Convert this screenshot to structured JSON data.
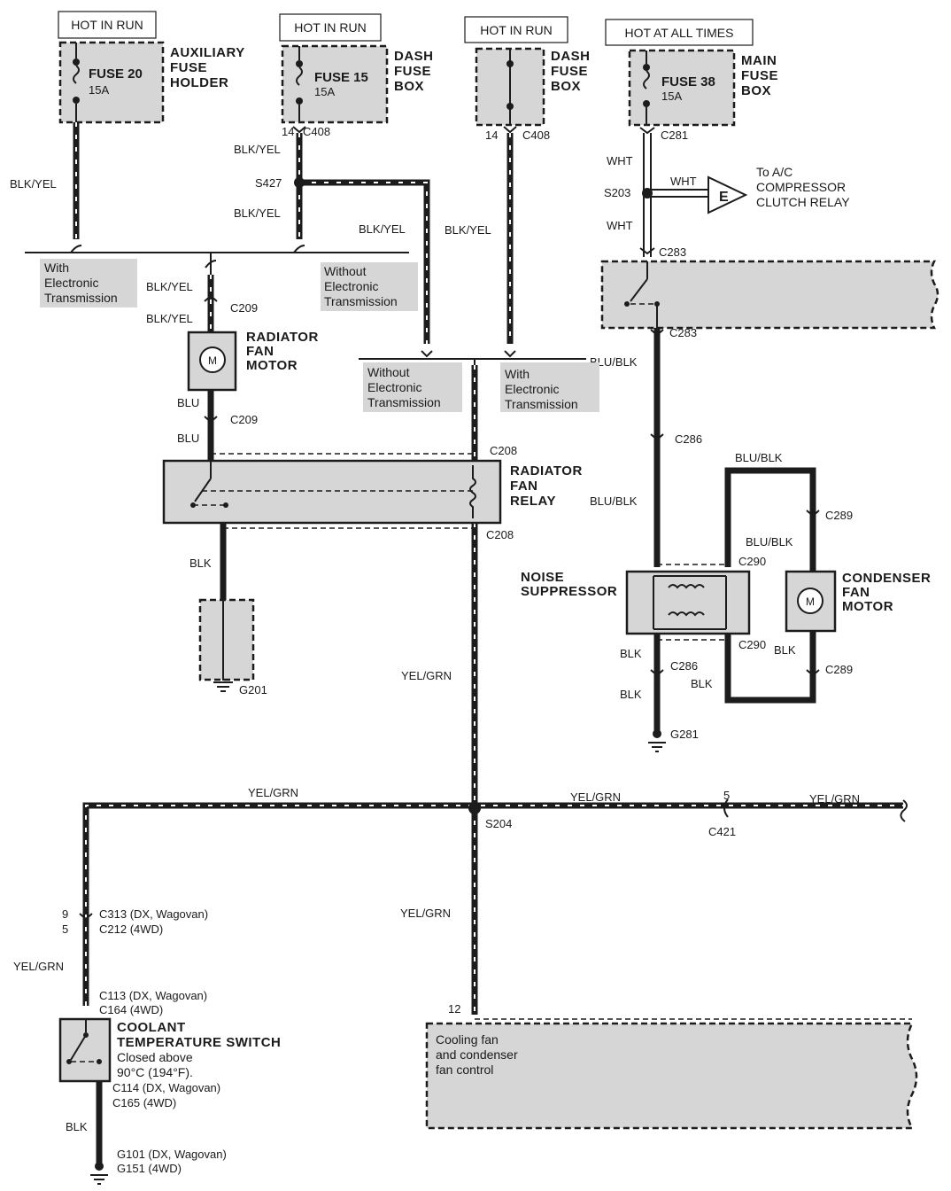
{
  "headers": {
    "fuse20": "HOT IN RUN",
    "fuse15": "HOT IN RUN",
    "dash": "HOT IN RUN",
    "fuse38": "HOT AT ALL TIMES"
  },
  "fuses": {
    "f20_name": "FUSE 20",
    "f20_amp": "15A",
    "f20_loc": [
      "AUXILIARY",
      "FUSE",
      "HOLDER"
    ],
    "f15_name": "FUSE 15",
    "f15_amp": "15A",
    "f15_loc": [
      "DASH",
      "FUSE",
      "BOX"
    ],
    "dash_loc": [
      "DASH",
      "FUSE",
      "BOX"
    ],
    "f38_name": "FUSE 38",
    "f38_amp": "15A",
    "f38_loc": [
      "MAIN",
      "FUSE",
      "BOX"
    ]
  },
  "wires": {
    "blk_yel": "BLK/YEL",
    "wht": "WHT",
    "blu": "BLU",
    "blk": "BLK",
    "blu_blk": "BLU/BLK",
    "yel_grn": "YEL/GRN"
  },
  "connectors": {
    "c408": "C408",
    "pin14": "14",
    "c281": "C281",
    "s203": "S203",
    "s427": "S427",
    "c283": "C283",
    "c209": "C209",
    "c208": "C208",
    "c286": "C286",
    "c289": "C289",
    "c290": "C290",
    "g201": "G201",
    "g281": "G281",
    "s204": "S204",
    "c421": "C421",
    "pin5": "5",
    "pin9": "9",
    "pin12": "12",
    "c313": "C313 (DX, Wagovan)",
    "c212": "C212 (4WD)",
    "c113": "C113 (DX, Wagovan)",
    "c164": "C164 (4WD)",
    "c114": "C114 (DX, Wagovan)",
    "c165": "C165 (4WD)",
    "g101": "G101 (DX, Wagovan)",
    "g151": "G151 (4WD)"
  },
  "notes": {
    "with_et": [
      "With",
      "Electronic",
      "Transmission"
    ],
    "without_et": [
      "Without",
      "Electronic",
      "Transmission"
    ],
    "ac_ref": [
      "To A/C",
      "COMPRESSOR",
      "CLUTCH RELAY"
    ],
    "ac_letter": "E"
  },
  "components": {
    "rad_motor": [
      "RADIATOR",
      "FAN",
      "MOTOR"
    ],
    "rad_relay": [
      "RADIATOR",
      "FAN",
      "RELAY"
    ],
    "noise": [
      "NOISE",
      "SUPPRESSOR"
    ],
    "cond_motor": [
      "CONDENSER",
      "FAN",
      "MOTOR"
    ],
    "coolant_title": [
      "COOLANT",
      "TEMPERATURE SWITCH"
    ],
    "coolant_desc": [
      "Closed above",
      "90°C (194°F)."
    ],
    "control": [
      "Cooling fan",
      "and condenser",
      "fan control"
    ],
    "motor_symbol": "M"
  }
}
